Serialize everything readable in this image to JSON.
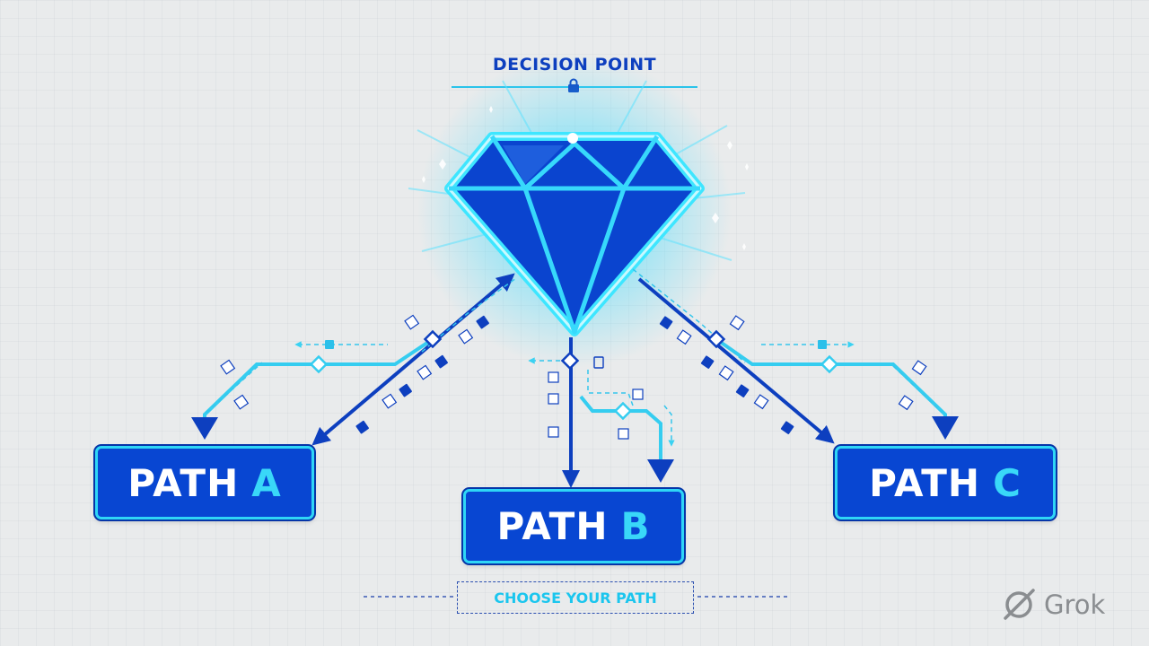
{
  "header": {
    "title": "DECISION POINT",
    "lock_icon": "lock-icon"
  },
  "center": {
    "icon": "diamond-icon"
  },
  "paths": [
    {
      "word": "PATH",
      "letter": "A"
    },
    {
      "word": "PATH",
      "letter": "B"
    },
    {
      "word": "PATH",
      "letter": "C"
    }
  ],
  "footer": {
    "label": "CHOOSE YOUR PATH"
  },
  "watermark": {
    "text": "Grok",
    "icon": "grok-logo-icon"
  },
  "colors": {
    "background": "#e9ebec",
    "primary_blue": "#0846d2",
    "dark_blue": "#0d3fbf",
    "cyan": "#2fd6f6"
  }
}
